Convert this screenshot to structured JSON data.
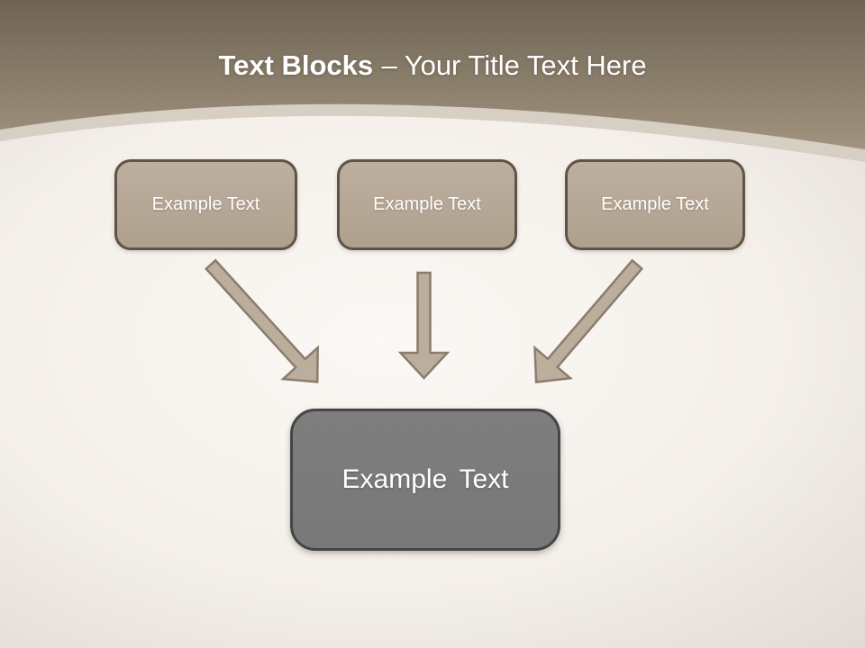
{
  "title": {
    "bold": "Text Blocks",
    "rest": "– Your Title Text Here"
  },
  "source_boxes": [
    {
      "label": "Example Text"
    },
    {
      "label": "Example Text"
    },
    {
      "label": "Example Text"
    }
  ],
  "target_box": {
    "label": "Example Text"
  },
  "icons": {
    "left_arrow": "arrow-down-right-icon",
    "middle_arrow": "arrow-down-icon",
    "right_arrow": "arrow-down-left-icon"
  },
  "colors": {
    "header-top": "#6e6355",
    "header-bottom": "#a89a83",
    "band": "#d7cfc4",
    "bg-center": "#fbf8f5",
    "bg-mid": "#f4efe9",
    "bg-edge": "#ded8d3",
    "box-fill-top": "#bdafa0",
    "box-fill-bottom": "#afa08e",
    "box-border": "#5f5347",
    "box-text": "#ffffff",
    "arrow-fill": "#bcae9d",
    "arrow-stroke": "#8a7d6e",
    "gray-fill": "#7e7e7e",
    "gray-fill-bottom": "#787878",
    "gray-border": "#454545",
    "title-color": "#ffffff"
  }
}
